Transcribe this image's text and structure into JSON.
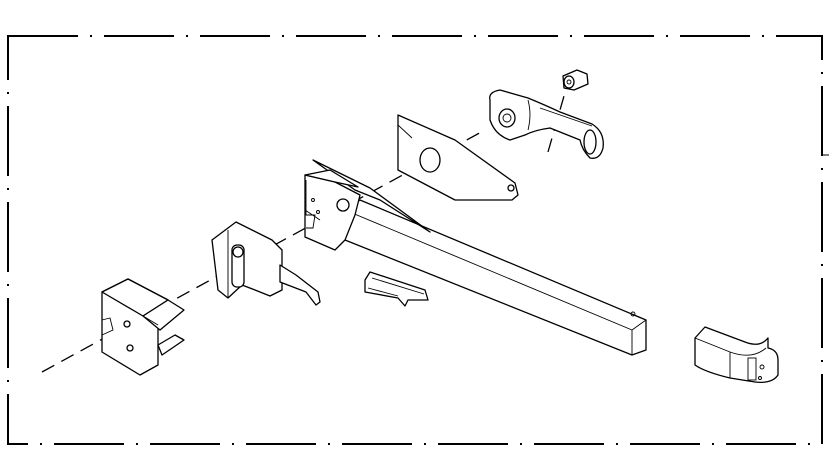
{
  "drawing": {
    "type": "exploded-assembly-view",
    "line_color": "#000000",
    "background_color": "#ffffff",
    "parts": [
      "end-cap-left",
      "latch",
      "mount-bracket",
      "mounting-plate",
      "square-tube",
      "clip",
      "handle",
      "nut",
      "end-cap-right"
    ]
  }
}
